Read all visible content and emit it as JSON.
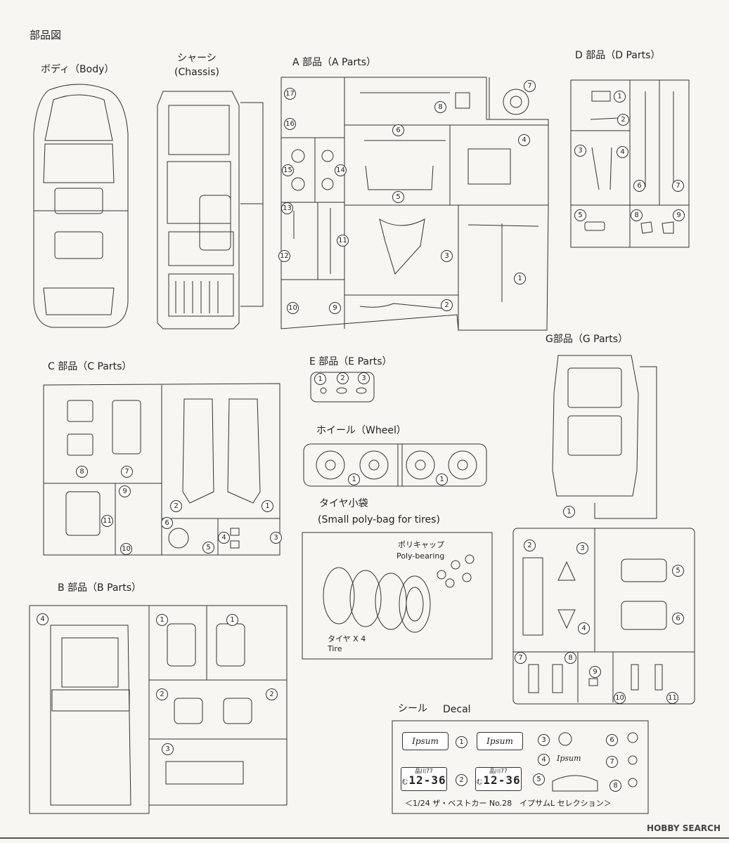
{
  "page_title": "部品図",
  "sections": {
    "body": "ボディ（Body）",
    "chassis_jp": "シャーシ",
    "chassis_en": "(Chassis)",
    "a_parts": "A 部品（A Parts）",
    "d_parts": "D 部品（D Parts）",
    "g_parts": "G部品（G Parts）",
    "c_parts": "C 部品（C Parts）",
    "e_parts": "E 部品（E Parts）",
    "wheel": "ホイール（Wheel）",
    "tire_bag_jp": "タイヤ小袋",
    "tire_bag_en": "(Small poly-bag for tires)",
    "b_parts": "B 部品（B Parts）",
    "decal_jp": "シール",
    "decal_en": "Decal"
  },
  "tire_labels": {
    "poly_jp": "ポリキャップ",
    "poly_en": "Poly-bearing",
    "tire_jp": "タイヤ X 4",
    "tire_en": "Tire"
  },
  "decal": {
    "script1": "Ipsum",
    "script2": "Ipsum",
    "script3": "Ipsum",
    "plate1_top": "品川77",
    "plate1_bot": "12-36",
    "plate2_top": "品川77",
    "plate2_bot": "12-36",
    "plate_prefix": "む",
    "caption": "＜1/24 ザ・ベストカー No.28　イプサムL セレクション＞"
  },
  "watermark": "HOBBY SEARCH",
  "part_numbers": {
    "a": [
      "17",
      "16",
      "15",
      "14",
      "13",
      "12",
      "11",
      "10",
      "9",
      "8",
      "7",
      "6",
      "5",
      "4",
      "3",
      "2",
      "1"
    ],
    "d": [
      "1",
      "2",
      "3",
      "4",
      "6",
      "7",
      "5",
      "8",
      "9"
    ],
    "c": [
      "8",
      "7",
      "9",
      "11",
      "10",
      "6",
      "5",
      "4",
      "3",
      "2",
      "1"
    ],
    "e": [
      "1",
      "2",
      "3"
    ],
    "wheel": [
      "1",
      "1"
    ],
    "g": [
      "1",
      "2",
      "3",
      "5",
      "6",
      "4",
      "7",
      "8",
      "9",
      "10",
      "11"
    ],
    "b": [
      "4",
      "1",
      "2",
      "2",
      "3"
    ],
    "decal": [
      "1",
      "2",
      "3",
      "4",
      "5",
      "6",
      "7",
      "8"
    ]
  }
}
